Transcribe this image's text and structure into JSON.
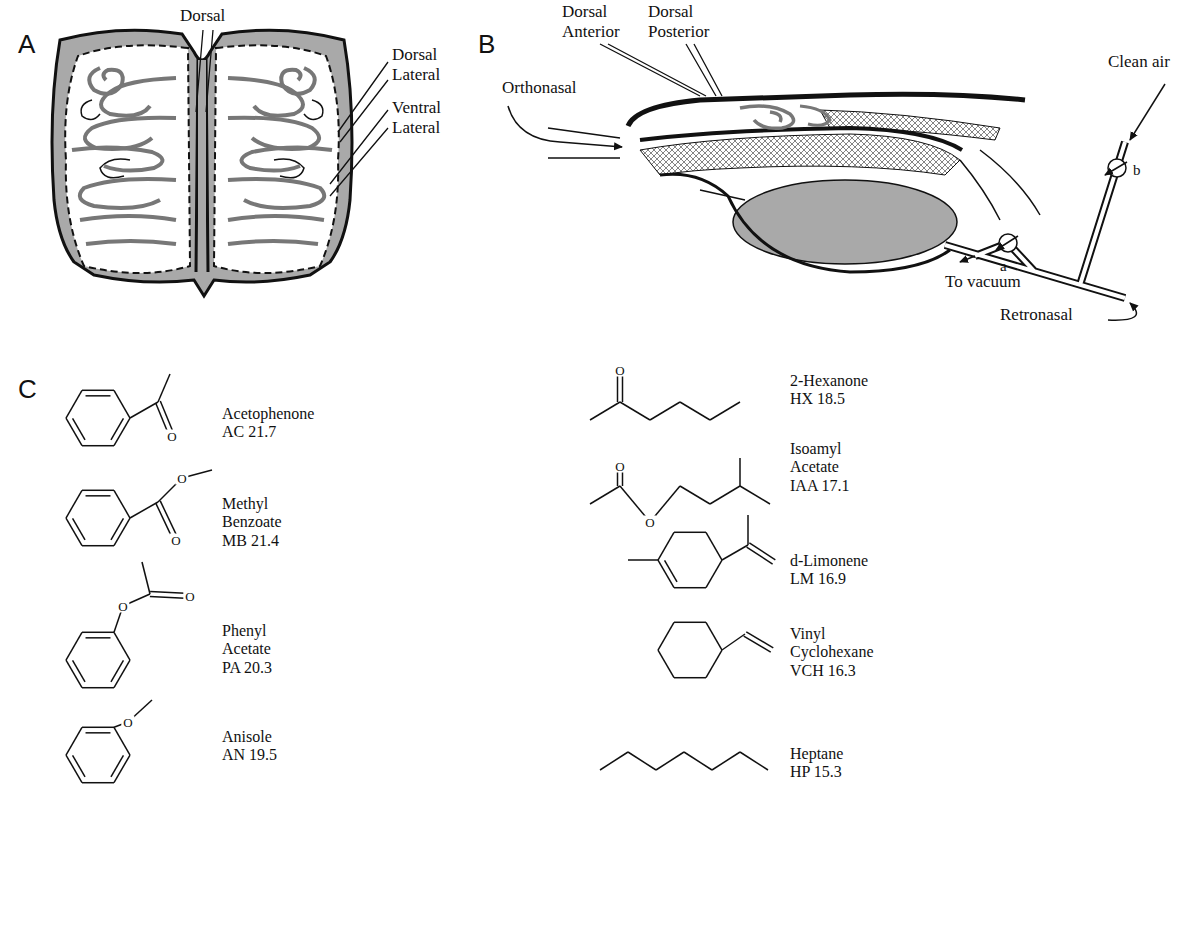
{
  "diagram": {
    "labels": [
      "A",
      "Dorsal",
      "Dorsal Lateral",
      "Ventral Lateral",
      "B",
      "Orthonasal",
      "Dorsal Anterior",
      "Dorsal Posterior",
      "Clean air",
      "b",
      "a",
      "To vacuum",
      "Retronasal",
      "C",
      "Acetophenone AC 21.7",
      "Methyl Benzoate MB 21.4",
      "Phenyl Acetate PA 20.3",
      "Anisole AN 19.5",
      "2-Hexanone HX 18.5",
      "Isoamyl Acetate IAA 17.1",
      "d-Limonene LM 16.9",
      "Vinyl Cyclohexane VCH 16.3",
      "Heptane HP 15.3",
      "O",
      "O",
      "O",
      "O",
      "O",
      "O",
      "O",
      "O",
      "O"
    ]
  }
}
